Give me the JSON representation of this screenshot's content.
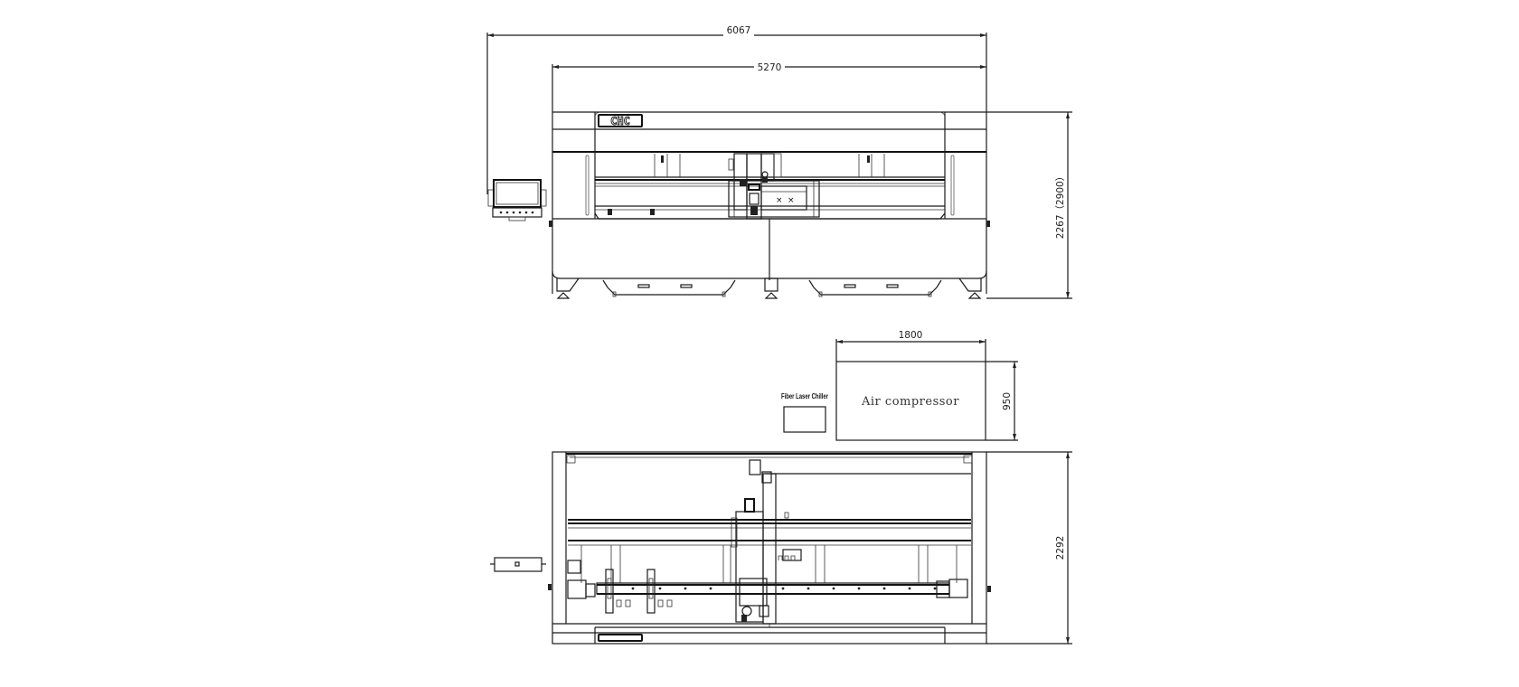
{
  "drawing": {
    "front_view": {
      "brand_logo": "CHC",
      "dimensions": {
        "overall_width": "6067",
        "machine_width": "5270",
        "height": "2267（2900）"
      }
    },
    "accessories": {
      "air_compressor": {
        "label": "Air compressor",
        "width": "1800",
        "depth": "950"
      },
      "chiller": {
        "label": "Fiber Laser Chiller"
      }
    },
    "top_view": {
      "dimensions": {
        "depth": "2292"
      }
    }
  }
}
